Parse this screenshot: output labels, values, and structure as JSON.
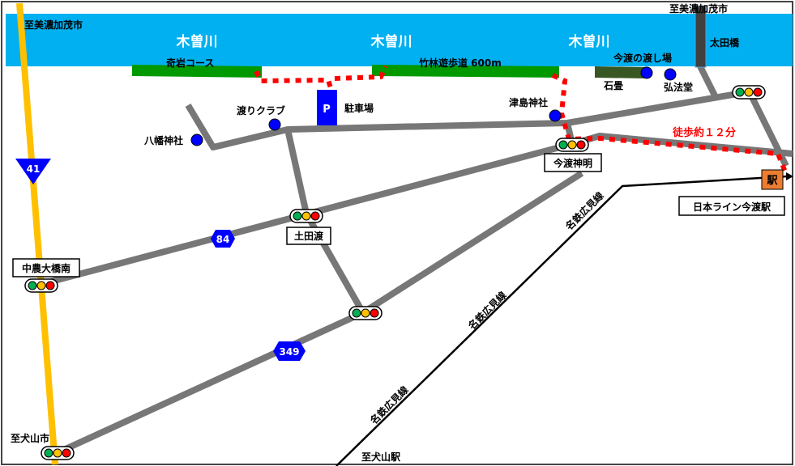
{
  "map": {
    "river_labels": [
      "木曽川",
      "木曽川",
      "木曽川"
    ],
    "bridge_label": "太田橋",
    "direction_labels": {
      "mino_kamo_left": "至美濃加茂市",
      "mino_kamo_right": "至美濃加茂市",
      "inuyama_city": "至犬山市",
      "inuyama_station": "至犬山駅"
    },
    "trails": {
      "kigan": "奇岩コース",
      "chikurin": "竹林遊歩道 600m",
      "ishidatami": "石畳"
    },
    "landmarks": {
      "watashiba": "今渡の渡し場",
      "kobodo": "弘法堂",
      "tsushima": "津島神社",
      "watari_club": "渡りクラブ",
      "hachiman": "八幡神社",
      "parking": "駐車場",
      "parking_icon": "P"
    },
    "intersections": {
      "imawatari_shinmei": "今渡神明",
      "dotado": "土田渡",
      "chuno_ohashi_minami": "中農大橋南"
    },
    "routes": {
      "r41": "41",
      "r84": "84",
      "r349": "349"
    },
    "railway_labels": [
      "名鉄広見線",
      "名鉄広見線",
      "名鉄広見線"
    ],
    "station": {
      "icon": "駅",
      "name": "日本ライン今渡駅"
    },
    "walk_time": "徒歩約１２分",
    "colors": {
      "river": "#00b0f0",
      "trail": "#009900",
      "walk": "#ff0000",
      "road": "#777777",
      "route_shield": "#0000ff",
      "national_route": "#ffc000",
      "station": "#ed7d31"
    }
  }
}
